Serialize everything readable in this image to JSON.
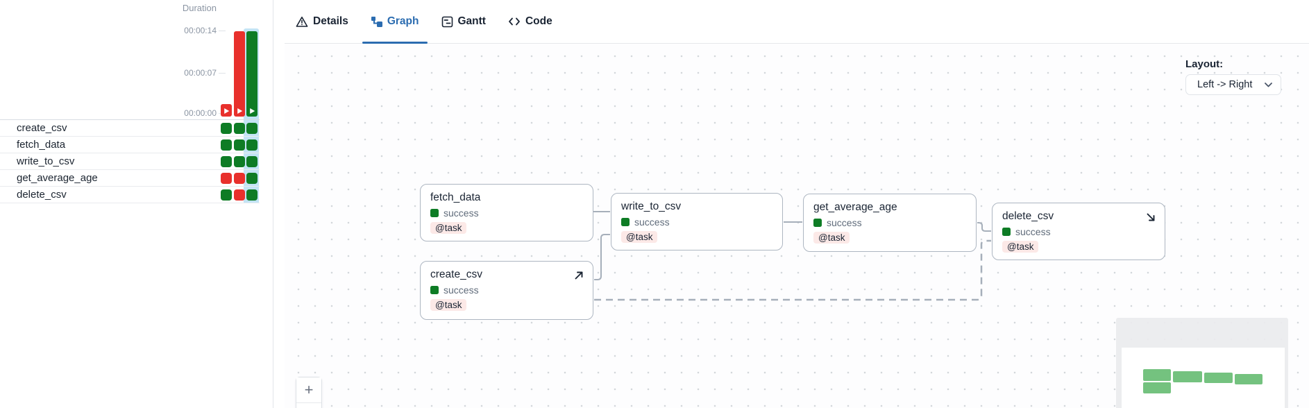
{
  "duration_panel": {
    "title": "Duration",
    "y_axis": [
      "00:00:14",
      "00:00:07",
      "00:00:00"
    ],
    "runs": [
      {
        "state": "failed",
        "selected": false
      },
      {
        "state": "failed",
        "selected": false
      },
      {
        "state": "success",
        "selected": true
      }
    ],
    "tasks": [
      {
        "name": "create_csv",
        "runs": [
          "success",
          "success",
          "success"
        ]
      },
      {
        "name": "fetch_data",
        "runs": [
          "success",
          "success",
          "success"
        ]
      },
      {
        "name": "write_to_csv",
        "runs": [
          "success",
          "success",
          "success"
        ]
      },
      {
        "name": "get_average_age",
        "runs": [
          "failed",
          "failed",
          "success"
        ]
      },
      {
        "name": "delete_csv",
        "runs": [
          "success",
          "failed",
          "success"
        ]
      }
    ]
  },
  "tabs": [
    {
      "label": "Details",
      "icon": "warning-triangle-icon",
      "active": false
    },
    {
      "label": "Graph",
      "icon": "graph-icon",
      "active": true
    },
    {
      "label": "Gantt",
      "icon": "gantt-icon",
      "active": false
    },
    {
      "label": "Code",
      "icon": "code-icon",
      "active": false
    }
  ],
  "graph": {
    "layout": {
      "label": "Layout:",
      "value": "Left -> Right"
    },
    "nodes": [
      {
        "title": "fetch_data",
        "state": "success",
        "badge": "@task",
        "corner_icon": ""
      },
      {
        "title": "create_csv",
        "state": "success",
        "badge": "@task",
        "corner_icon": "arrow-up-right"
      },
      {
        "title": "write_to_csv",
        "state": "success",
        "badge": "@task",
        "corner_icon": ""
      },
      {
        "title": "get_average_age",
        "state": "success",
        "badge": "@task",
        "corner_icon": ""
      },
      {
        "title": "delete_csv",
        "state": "success",
        "badge": "@task",
        "corner_icon": "arrow-down-right"
      }
    ],
    "edges": [
      {
        "from": "fetch_data",
        "to": "write_to_csv",
        "style": "solid"
      },
      {
        "from": "create_csv",
        "to": "write_to_csv",
        "style": "solid"
      },
      {
        "from": "write_to_csv",
        "to": "get_average_age",
        "style": "solid"
      },
      {
        "from": "get_average_age",
        "to": "delete_csv",
        "style": "solid"
      },
      {
        "from": "create_csv",
        "to": "delete_csv",
        "style": "dashed"
      }
    ],
    "controls": {
      "zoom_in": "+",
      "zoom_out": ""
    }
  },
  "colors": {
    "success": "#0e7c25",
    "failed": "#e8302c",
    "accent_blue": "#2b6cb0",
    "selected_run_highlight": "#c3e4f5",
    "task_badge_bg": "#fce9e7",
    "minimap_node": "#74c27f"
  }
}
